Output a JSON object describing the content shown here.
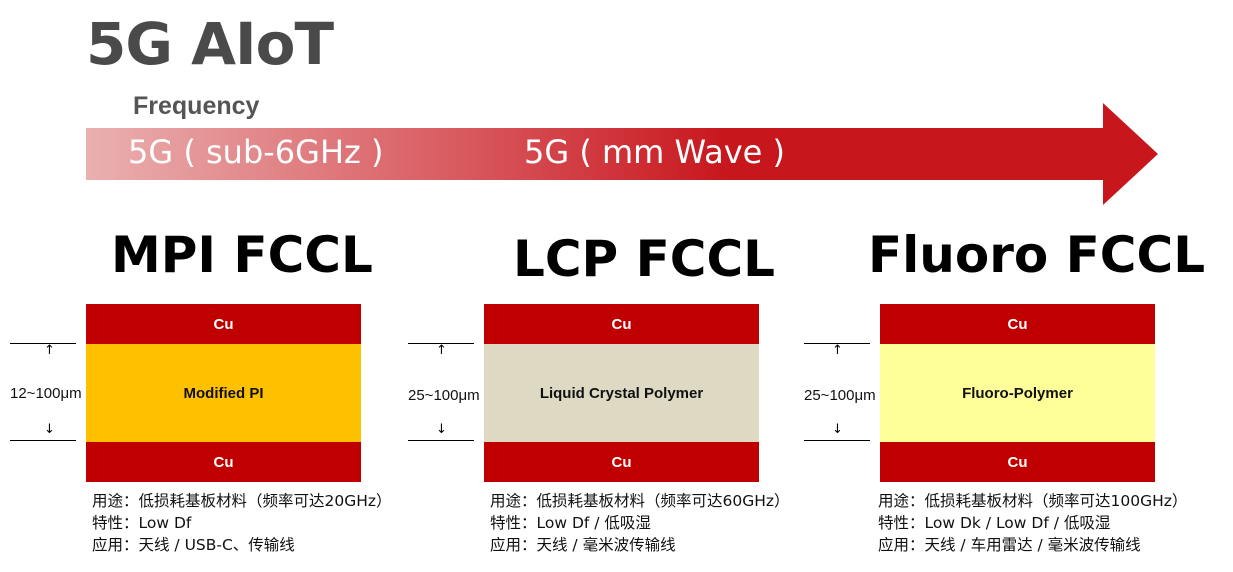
{
  "title": "5G AIoT",
  "frequency_label": "Frequency",
  "arrow": {
    "segment_low": "5G ( sub-6GHz )",
    "segment_high": "5G ( mm Wave )",
    "color_start": "#eab0b0",
    "color_end": "#c8161d"
  },
  "colors": {
    "copper": "#c00000",
    "modified_pi": "#ffc000",
    "lcp": "#ddd9c3",
    "fluoro": "#ffff99"
  },
  "columns": [
    {
      "title": "MPI FCCL",
      "top_layer": "Cu",
      "core_layer": "Modified PI",
      "bottom_layer": "Cu",
      "thickness": "12~100μm",
      "usage": "用途：低损耗基板材料（频率可达20GHz）",
      "property": "特性：Low Df",
      "application": "应用：天线 / USB-C、传输线"
    },
    {
      "title": "LCP FCCL",
      "top_layer": "Cu",
      "core_layer": "Liquid Crystal Polymer",
      "bottom_layer": "Cu",
      "thickness": "25~100μm",
      "usage": "用途：低损耗基板材料（频率可达60GHz）",
      "property": "特性：Low Df / 低吸湿",
      "application": "应用：天线 / 毫米波传输线"
    },
    {
      "title": "Fluoro FCCL",
      "top_layer": "Cu",
      "core_layer": "Fluoro-Polymer",
      "bottom_layer": "Cu",
      "thickness": "25~100μm",
      "usage": "用途：低损耗基板材料（频率可达100GHz）",
      "property": "特性：Low Dk / Low Df / 低吸湿",
      "application": "应用：天线 / 车用雷达 / 毫米波传输线"
    }
  ]
}
